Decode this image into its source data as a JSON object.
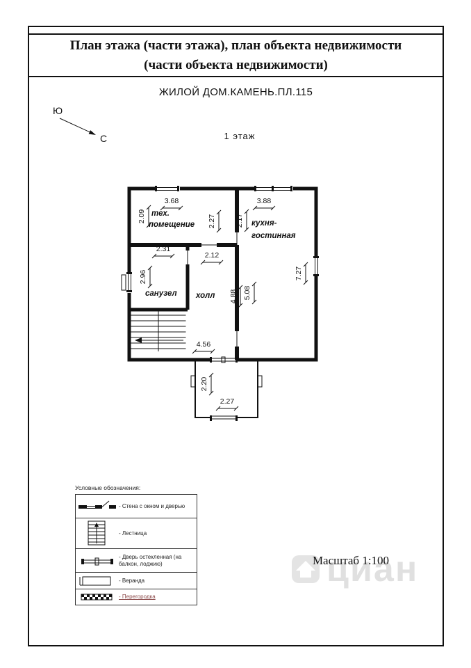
{
  "header": {
    "title_line1": "План этажа (части этажа), план объекта недвижимости",
    "title_line2": "(части объекта недвижимости)",
    "subtitle": "ЖИЛОЙ ДОМ.КАМЕНЬ.ПЛ.115",
    "floor_label": "1 этаж"
  },
  "compass": {
    "south": "Ю",
    "north": "С"
  },
  "plan": {
    "labels": {
      "tech_line1": "тех.",
      "tech_line2": "помещение",
      "kitchen_line1": "кухня-",
      "kitchen_line2": "гостинная",
      "bathroom": "санузел",
      "hall": "холл"
    },
    "dims": {
      "top_left": "3.68",
      "top_right": "3.88",
      "tech_height": "2.09",
      "tech_inner": "2.27",
      "kitchen_inner": "2.17",
      "bath_width": "2.31",
      "hall_top": "2.12",
      "bath_height": "2.96",
      "hall_height": "4.88",
      "kitchen_height": "5.08",
      "right_height": "7.27",
      "hall_width": "4.56",
      "porch_height": "2.20",
      "porch_width": "2.27"
    }
  },
  "legend": {
    "header": "Условные обозначения:",
    "items": [
      {
        "label": "- Стена с окном и дверью",
        "symbol": "wall-with-window-and-door"
      },
      {
        "label": "- Лестница",
        "symbol": "stairs"
      },
      {
        "label": "- Дверь остекленная (на балкон, лоджию)",
        "symbol": "glazed-door"
      },
      {
        "label": "- Веранда",
        "symbol": "veranda"
      },
      {
        "label": "- Перегородка",
        "symbol": "partition"
      }
    ]
  },
  "footer": {
    "scale": "Масштаб 1:100",
    "watermark": "циан"
  }
}
